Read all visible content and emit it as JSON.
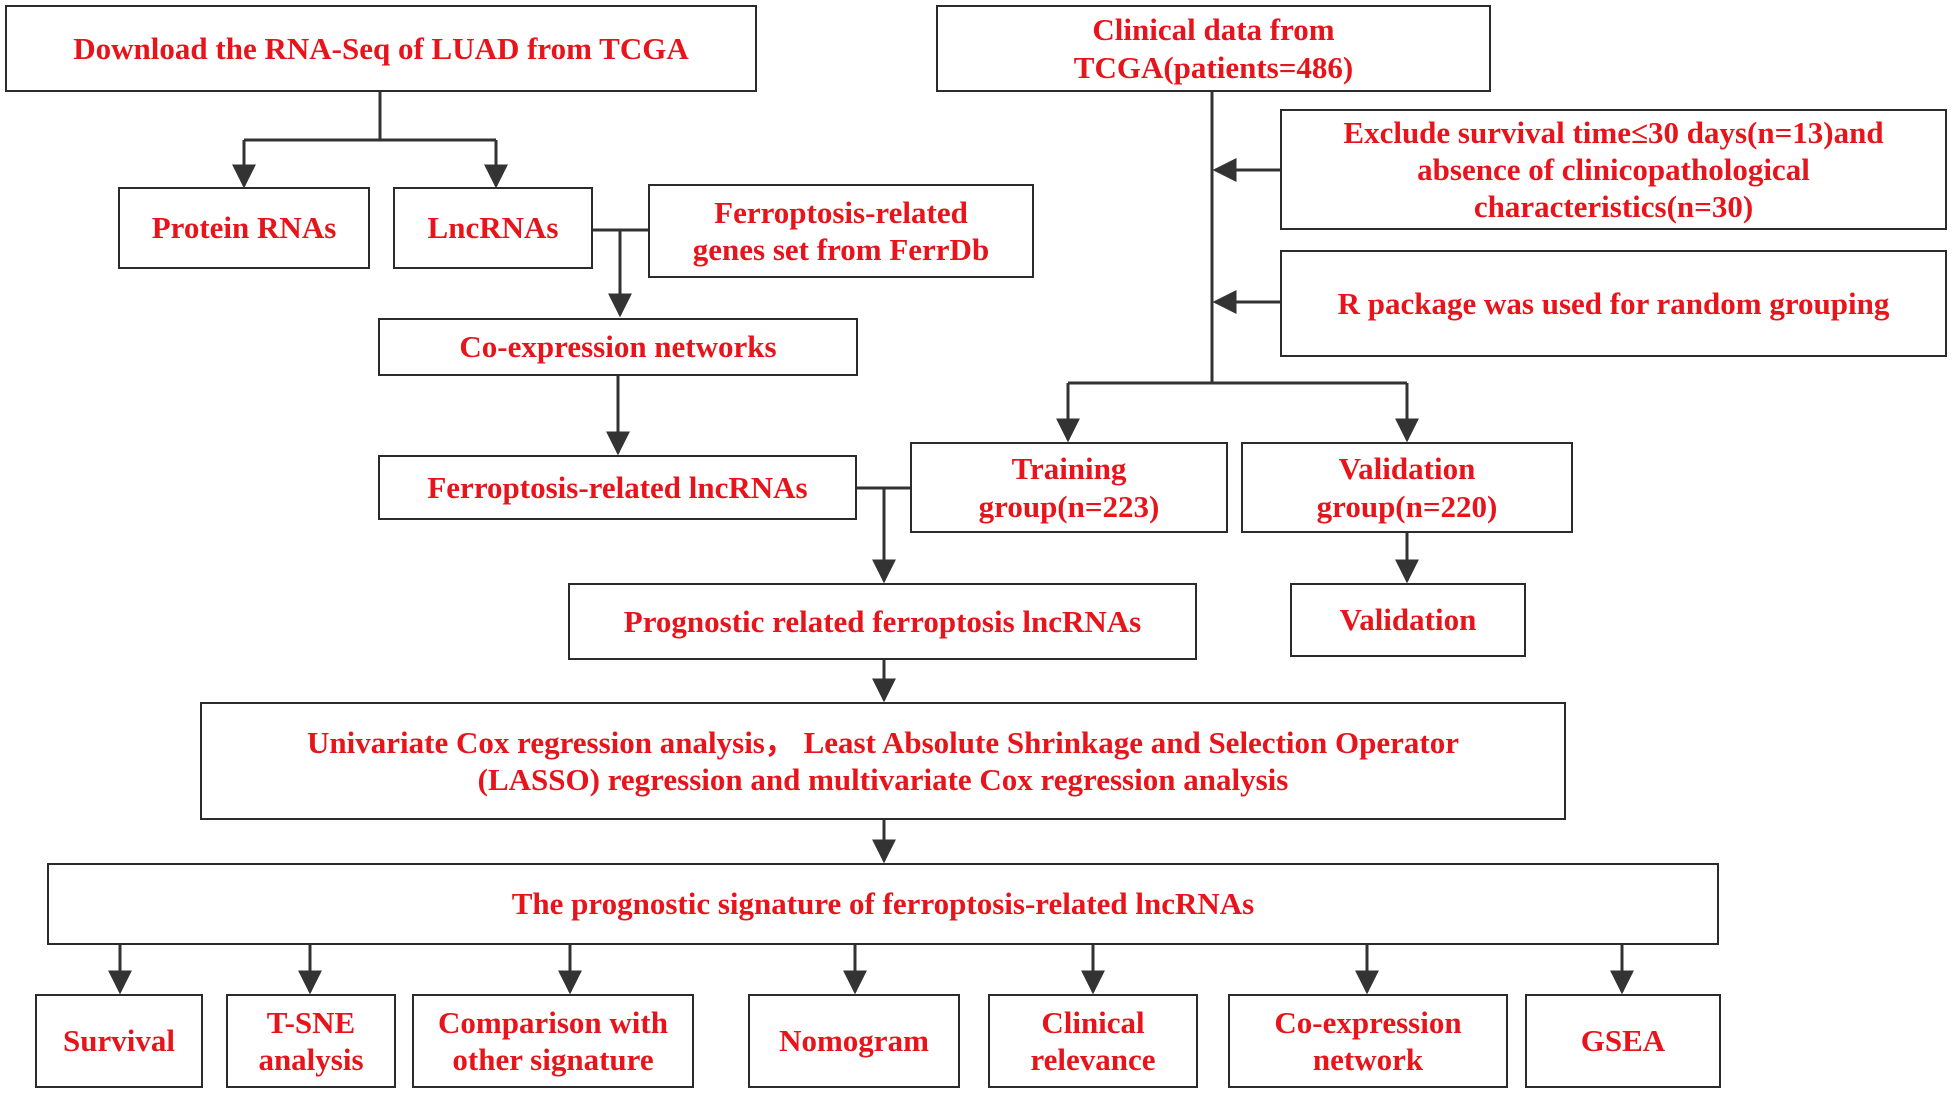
{
  "colors": {
    "text": "#e8141b",
    "line": "#333333"
  },
  "nodes": {
    "download": "Download the RNA-Seq  of LUAD from TCGA",
    "clinical": "Clinical data from\nTCGA(patients=486)",
    "protein": "Protein RNAs",
    "lncrnas": "LncRNAs",
    "ferrdb": "Ferroptosis-related\ngenes set from FerrDb",
    "exclude": "Exclude survival time≤30 days(n=13)and\nabsence of clinicopathological\ncharacteristics(n=30)",
    "rpackage": "R package was used for random grouping",
    "coexpr": "Co-expression networks",
    "ferrolnc": "Ferroptosis-related lncRNAs",
    "training": "Training\ngroup(n=223)",
    "validgroup": "Validation\ngroup(n=220)",
    "prognostic": "Prognostic related ferroptosis lncRNAs",
    "validation": "Validation",
    "cox": "Univariate Cox regression analysis， Least Absolute Shrinkage and Selection Operator\n(LASSO) regression and multivariate Cox regression analysis",
    "signature": "The prognostic signature of ferroptosis-related lncRNAs",
    "survival": "Survival",
    "tsne": "T-SNE\nanalysis",
    "comparison": "Comparison with\nother signature",
    "nomogram": "Nomogram",
    "clinical_rel": "Clinical\nrelevance",
    "coexpr_net": "Co-expression\nnetwork",
    "gsea": "GSEA"
  }
}
